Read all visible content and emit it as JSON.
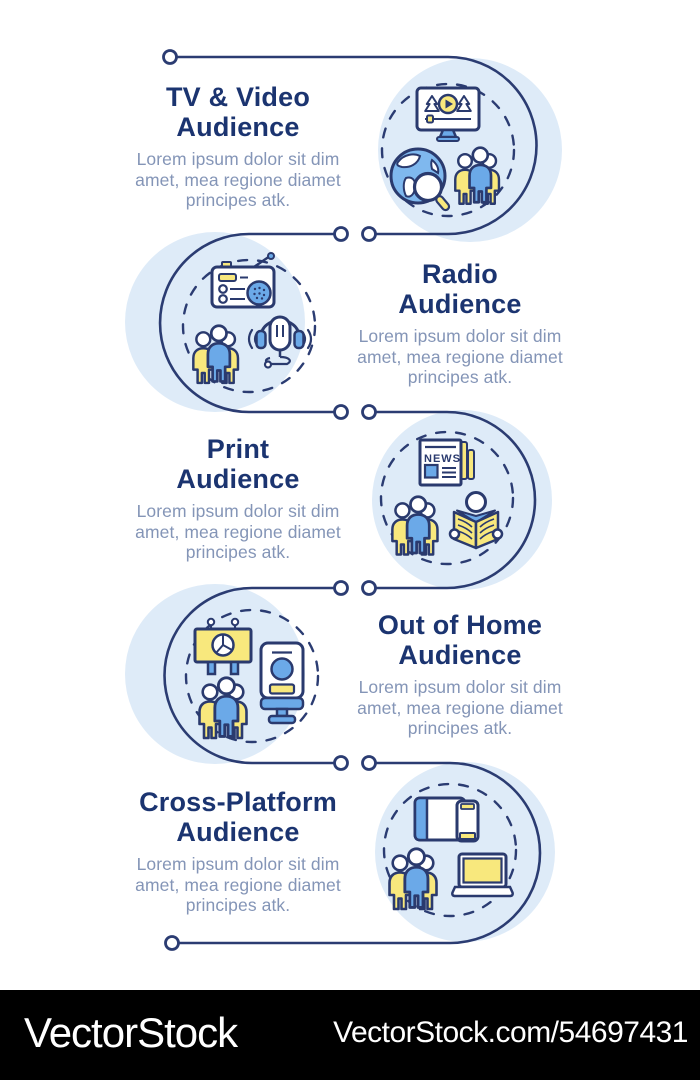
{
  "sections": [
    {
      "id": "tv-video",
      "title_line1": "TV & Video",
      "title_line2": "Audience",
      "body": "Lorem ipsum dolor sit dim\namet, mea regione diamet\nprincipes atk.",
      "icons": [
        "tv-video-icon",
        "globe-search-icon",
        "people-group-icon"
      ],
      "icon_side": "right"
    },
    {
      "id": "radio",
      "title_line1": "Radio",
      "title_line2": "Audience",
      "body": "Lorem ipsum dolor sit dim\namet, mea regione diamet\nprincipes atk.",
      "icons": [
        "radio-icon",
        "podcast-mic-icon",
        "people-group-icon"
      ],
      "icon_side": "left"
    },
    {
      "id": "print",
      "title_line1": "Print",
      "title_line2": "Audience",
      "body": "Lorem ipsum dolor sit dim\namet, mea regione diamet\nprincipes atk.",
      "icons": [
        "newspaper-icon",
        "reading-person-icon",
        "people-group-icon"
      ],
      "icon_side": "right"
    },
    {
      "id": "out-of-home",
      "title_line1": "Out of Home",
      "title_line2": "Audience",
      "body": "Lorem ipsum dolor sit dim\namet, mea regione diamet\nprincipes atk.",
      "icons": [
        "billboard-icon",
        "kiosk-icon",
        "people-group-icon"
      ],
      "icon_side": "left"
    },
    {
      "id": "cross-platform",
      "title_line1": "Cross-Platform",
      "title_line2": "Audience",
      "body": "Lorem ipsum dolor sit dim\namet, mea regione diamet\nprincipes atk.",
      "icons": [
        "tablet-phone-icon",
        "laptop-icon",
        "people-group-icon"
      ],
      "icon_side": "right"
    }
  ],
  "footer": {
    "brand": "VectorStock",
    "url": "VectorStock.com/54697431"
  },
  "colors": {
    "title_navy": "#1B3470",
    "body_gray_blue": "#8495B7",
    "line_navy": "#2B3C72",
    "icon_outline_navy": "#2A3A6E",
    "icon_blue": "#6BA9E8",
    "icon_yellow": "#F8E87D",
    "light_circle_bg": "#DEEBF8",
    "footer_bg": "#000000",
    "footer_text": "#FFFFFF"
  }
}
